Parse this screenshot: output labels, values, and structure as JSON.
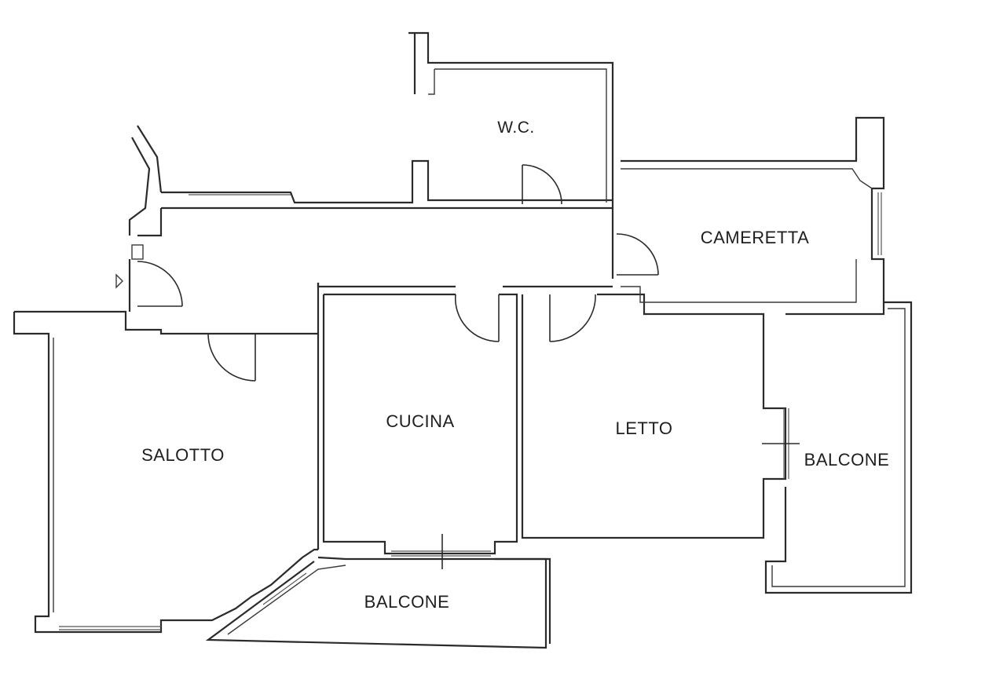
{
  "rooms": {
    "wc": "W.C.",
    "cameretta": "CAMERETTA",
    "cucina": "CUCINA",
    "letto": "LETTO",
    "salotto": "SALOTTO",
    "balcone_right": "BALCONE",
    "balcone_bottom": "BALCONE"
  }
}
